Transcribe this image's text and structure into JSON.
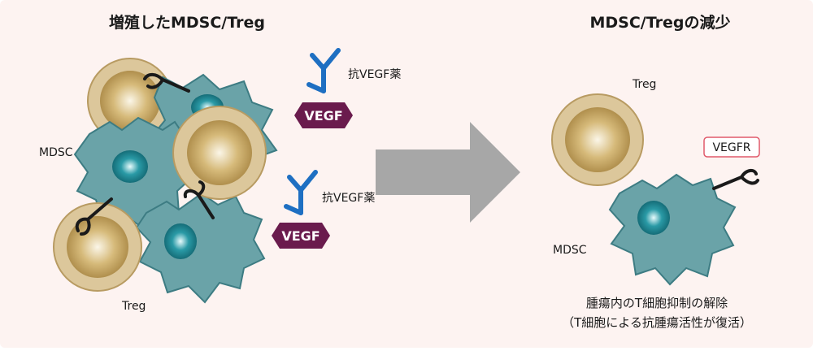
{
  "left_panel": {
    "title": "増殖したMDSC/Treg",
    "mdsc_label": "MDSC",
    "treg_label": "Treg",
    "drug_top_label": "抗VEGF薬",
    "drug_bottom_label": "抗VEGF薬",
    "vegf_top_chip": "VEGF",
    "vegf_bottom_chip": "VEGF"
  },
  "right_panel": {
    "title": "MDSC/Tregの減少",
    "treg_label": "Treg",
    "vegfr_label": "VEGFR",
    "mdsc_label": "MDSC",
    "caption_line1": "腫瘍内のT細胞抑制の解除",
    "caption_line2": "（T細胞による抗腫瘍活性が復活）"
  },
  "colors": {
    "background": "#fdf3f1",
    "mdsc_fill": "#6aa3a8",
    "mdsc_stroke": "#3d7c83",
    "nucleus": "#1f8b98",
    "treg_outer": "#d8c39a",
    "treg_inner": "#b99a57",
    "antibody": "#1e6fc2",
    "vegf_chip": "#6a1b4d",
    "arrow": "#a7a7a7",
    "vegfr_border": "#e05a6b"
  },
  "icons": [
    "antibody-icon",
    "receptor-icon",
    "arrow-right-icon"
  ]
}
